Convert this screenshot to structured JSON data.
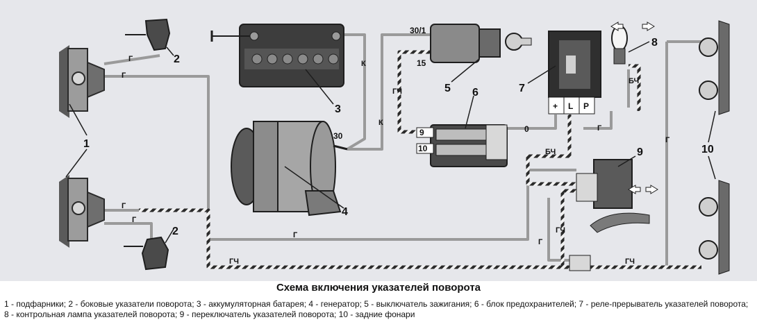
{
  "caption": {
    "title": "Схема включения указателей поворота",
    "legend": "1 - подфарники; 2 - боковые указатели поворота; 3 - аккумуляторная батарея; 4 - генератор; 5 - выключатель зажигания; 6 - блок предохранителей; 7 - реле-прерыватель указателей поворота; 8 - контрольная лампа указателей поворота; 9 - переключатель указателей поворота; 10 - задние фонари"
  },
  "callouts": {
    "c1": "1",
    "c2a": "2",
    "c2b": "2",
    "c3": "3",
    "c4": "4",
    "c5": "5",
    "c6": "6",
    "c7": "7",
    "c8": "8",
    "c9": "9",
    "c10": "10"
  },
  "wire_labels": {
    "g1": "Г",
    "g2": "Г",
    "g3": "Г",
    "g4": "Г",
    "g5": "Г",
    "g6": "Г",
    "g7": "Г",
    "g8": "Г",
    "k1": "К",
    "k2": "К",
    "gch1": "ГЧ",
    "gch2": "ГЧ",
    "gch3": "ГЧ",
    "gch4": "ГЧ",
    "bch1": "БЧ",
    "bch2": "БЧ"
  },
  "terminals": {
    "t30_1": "30/1",
    "t15": "15",
    "t30": "30",
    "t0": "0",
    "f9": "9",
    "f10": "10",
    "relay_plus": "+",
    "relay_L": "L",
    "relay_P": "P"
  },
  "colors": {
    "background": "#e6e7eb",
    "wire_grey": "#9a9a9a",
    "wire_dark": "#2a2a2a",
    "component_dark": "#3a3a3a"
  }
}
